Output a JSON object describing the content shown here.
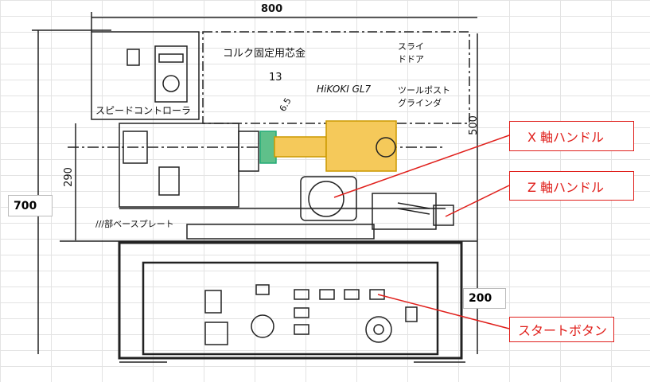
{
  "dimensions": {
    "width_top": "800",
    "height_left": "700",
    "height_right": "500",
    "height_mid": "290",
    "base": "200",
    "cut_width": "13",
    "cut_depth": "6.5"
  },
  "drawing_labels": {
    "cork_core": "コルク固定用芯金",
    "speed_controller": "スピードコントローラ",
    "slide_door": "スライドドア",
    "tool_post_grinder": "ツールポストグラインダ",
    "grinder_model": "HiKOKI GL7",
    "base_plate": "///部ベースプレート"
  },
  "callouts": {
    "x_handle": "X 軸ハンドル",
    "z_handle": "Z 軸ハンドル",
    "start_button": "スタートボタン"
  },
  "colors": {
    "callout": "#e0201c",
    "grinder_fill": "#f5c95a",
    "cork_fill": "#5fc08a"
  }
}
